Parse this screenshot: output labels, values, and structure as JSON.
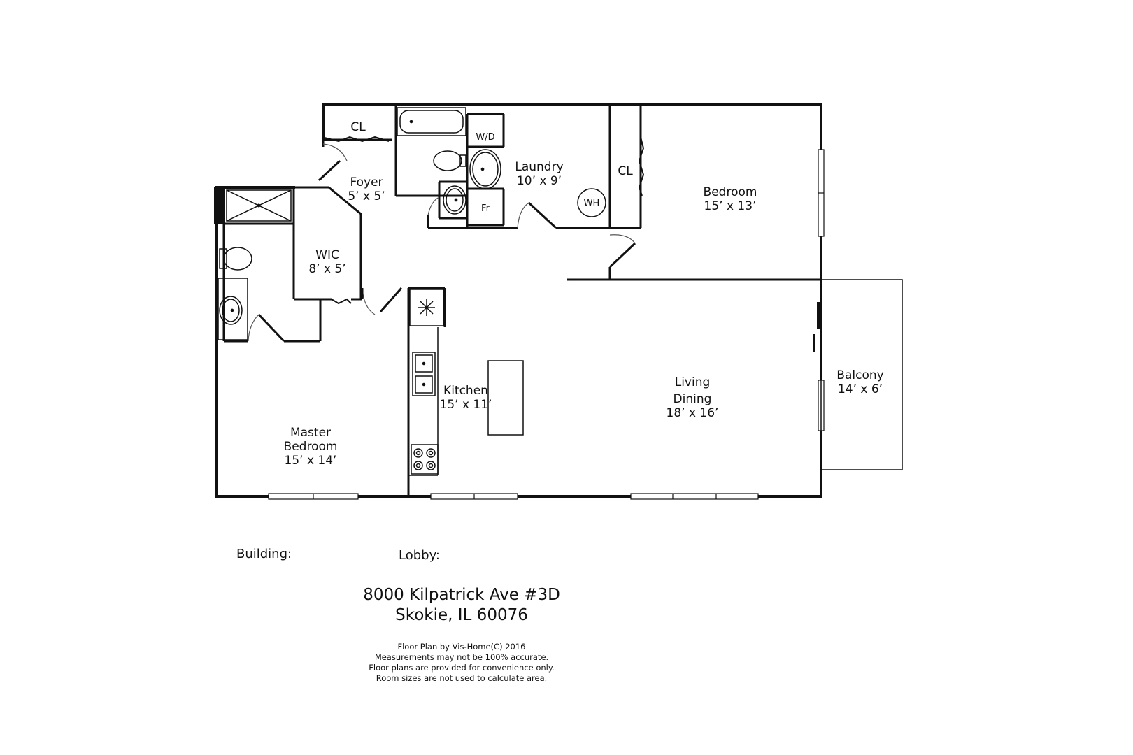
{
  "rooms": {
    "closet_top": {
      "name": "CL"
    },
    "foyer": {
      "name": "Foyer",
      "dims": "5’ x 5’"
    },
    "laundry": {
      "name": "Laundry",
      "dims": "10’ x 9’"
    },
    "closet_bedroom": {
      "name": "CL"
    },
    "bedroom": {
      "name": "Bedroom",
      "dims": "15’ x 13’"
    },
    "wic": {
      "name": "WIC",
      "dims": "8’ x 5’"
    },
    "kitchen": {
      "name": "Kitchen",
      "dims": "15’ x 11’"
    },
    "living": {
      "name": "Living",
      "name2": "Dining",
      "dims": "18’ x 16’"
    },
    "balcony": {
      "name": "Balcony",
      "dims": "14’ x 6’"
    },
    "master": {
      "name": "Master",
      "name2": "Bedroom",
      "dims": "15’ x 14’"
    }
  },
  "fixtures": {
    "washer_dryer": "W/D",
    "water_heater": "WH",
    "fridge": "Fr"
  },
  "footer": {
    "building_label": "Building:",
    "lobby_label": "Lobby:",
    "address_line1": "8000 Kilpatrick Ave #3D",
    "address_line2": "Skokie, IL 60076",
    "disclaimer": [
      "Floor Plan by Vis-Home(C) 2016",
      "Measurements may not be 100% accurate.",
      "Floor plans are provided for convenience only.",
      "Room sizes are not used to calculate area."
    ]
  }
}
